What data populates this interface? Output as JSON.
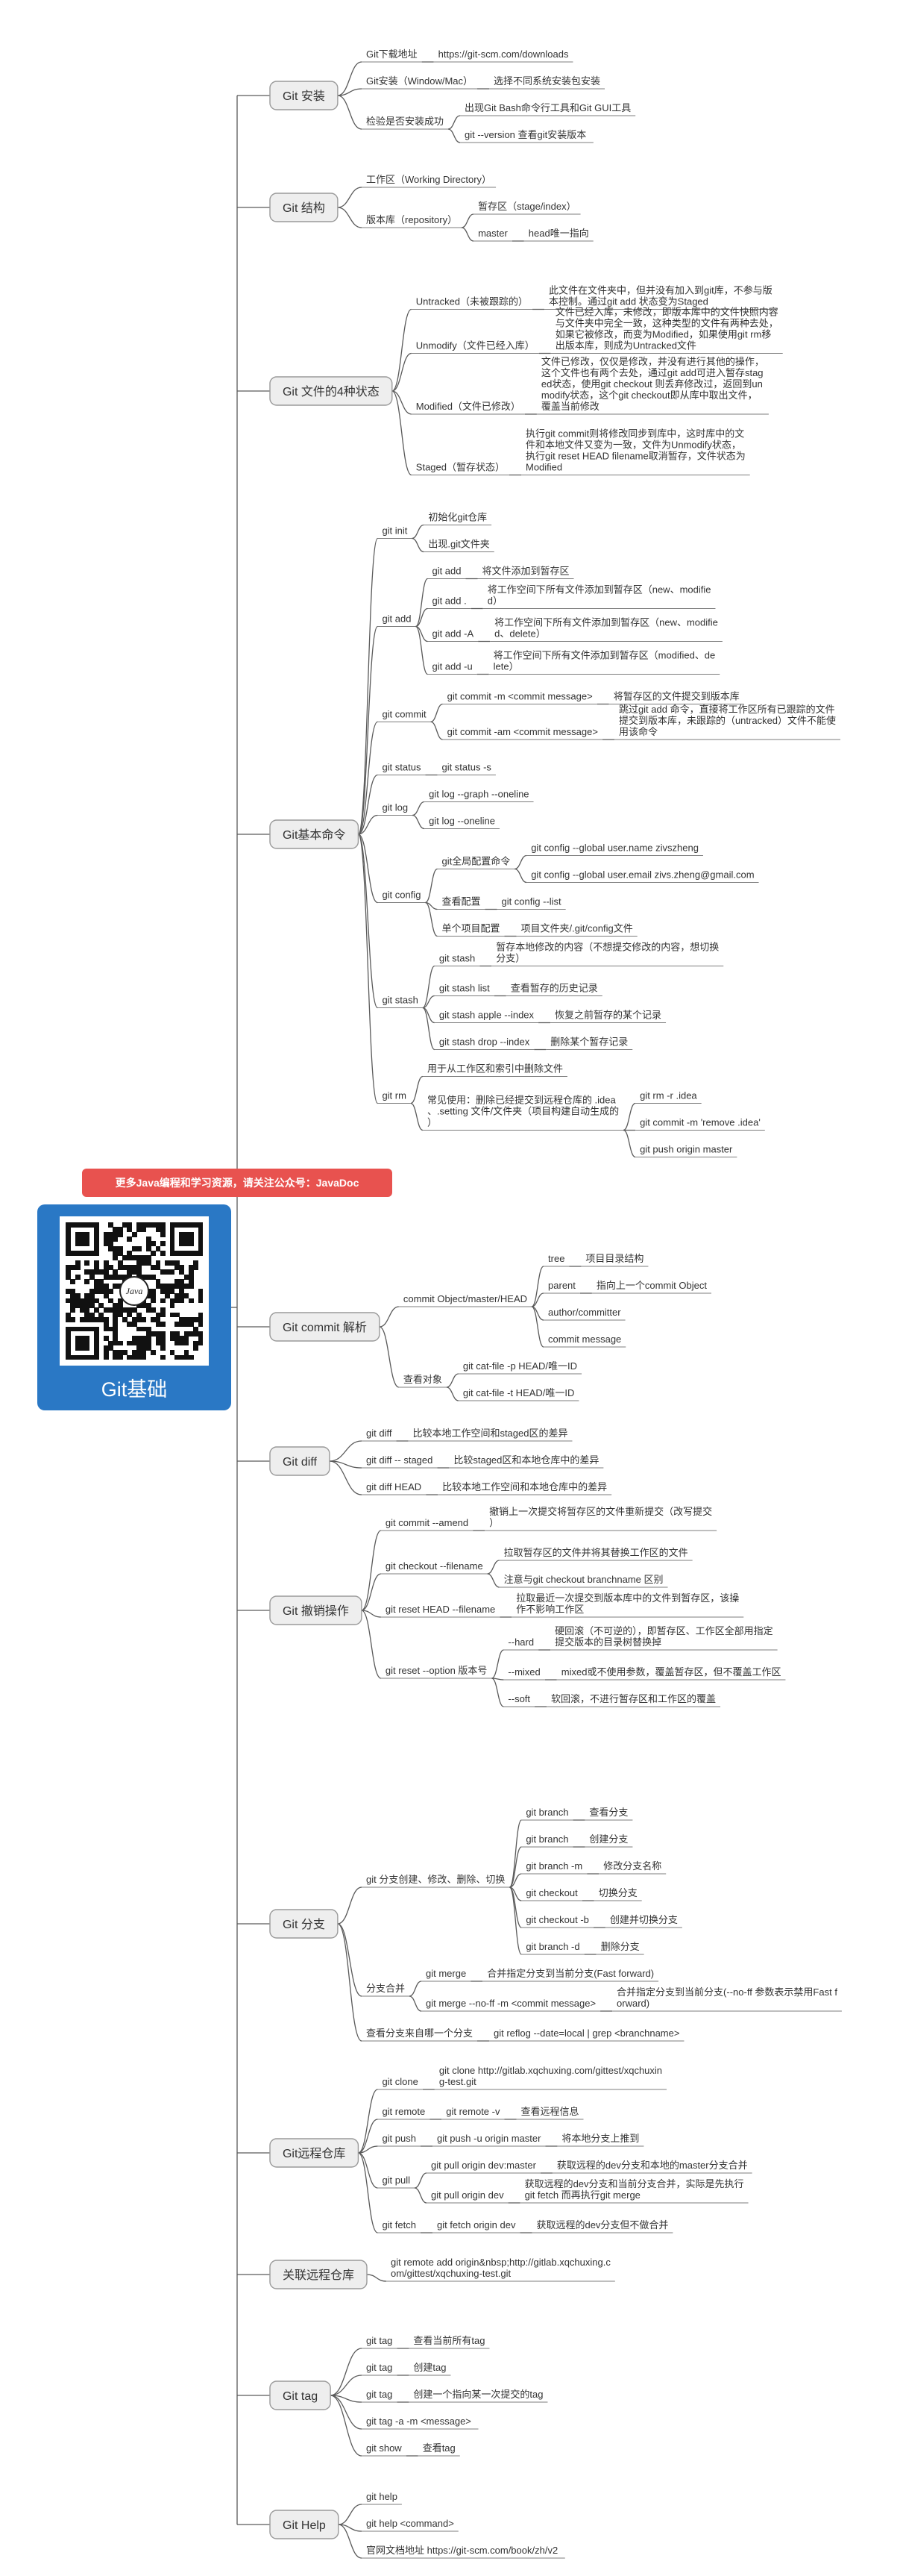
{
  "root": {
    "title": "Git基础",
    "qr_center_text": "Java",
    "promo_banner": "更多Java编程和学习资源，请关注公众号：JavaDoc"
  },
  "colors": {
    "root_bg": "#2a78c5",
    "banner_bg": "#e8524f",
    "branch_bg": "#eeeeee",
    "line": "#5a5a5a"
  },
  "branches": [
    {
      "label": "Git 安装",
      "children": [
        {
          "label": "Git下载地址",
          "children": [
            {
              "label": "https://git-scm.com/downloads"
            }
          ]
        },
        {
          "label": "Git安装（Window/Mac）",
          "children": [
            {
              "label": "选择不同系统安装包安装"
            }
          ]
        },
        {
          "label": "检验是否安装成功",
          "children": [
            {
              "label": "出现Git Bash命令行工具和Git GUI工具"
            },
            {
              "label": "git --version  查看git安装版本"
            }
          ]
        }
      ]
    },
    {
      "label": "Git 结构",
      "children": [
        {
          "label": "工作区（Working Directory）"
        },
        {
          "label": "版本库（repository）",
          "children": [
            {
              "label": "暂存区（stage/index）"
            },
            {
              "label": "master",
              "children": [
                {
                  "label": "head唯一指向"
                }
              ]
            }
          ]
        }
      ]
    },
    {
      "label": "Git 文件的4种状态",
      "children": [
        {
          "label": "Untracked（未被跟踪的）",
          "children": [
            {
              "label": "此文件在文件夹中，但并没有加入到git库，不参与版本控制。通过git add 状态变为Staged"
            }
          ]
        },
        {
          "label": "Unmodify（文件已经入库）",
          "children": [
            {
              "label": "文件已经入库，未修改，即版本库中的文件快照内容与文件夹中完全一致，这种类型的文件有两种去处，如果它被修改，而变为Modified，如果使用git rm移出版本库，则成为Untracked文件"
            }
          ]
        },
        {
          "label": "Modified（文件已修改）",
          "children": [
            {
              "label": "文件已修改，仅仅是修改，并没有进行其他的操作，这个文件也有两个去处，通过git add可进入暂存staged状态，使用git checkout 则丢弃修改过，返回到unmodify状态，这个git checkout即从库中取出文件，覆盖当前修改"
            }
          ]
        },
        {
          "label": "Staged（暂存状态）",
          "children": [
            {
              "label": "执行git commit则将修改同步到库中，这时库中的文件和本地文件又变为一致，文件为Unmodify状态，执行git reset HEAD filename取消暂存，文件状态为Modified"
            }
          ]
        }
      ]
    },
    {
      "label": "Git基本命令",
      "children": [
        {
          "label": "git init",
          "children": [
            {
              "label": "初始化git仓库"
            },
            {
              "label": "出现.git文件夹"
            }
          ]
        },
        {
          "label": "git add",
          "children": [
            {
              "label": "git add",
              "children": [
                {
                  "label": "将文件添加到暂存区"
                }
              ]
            },
            {
              "label": "git add .",
              "children": [
                {
                  "label": "将工作空间下所有文件添加到暂存区（new、modified）"
                }
              ]
            },
            {
              "label": "git add -A",
              "children": [
                {
                  "label": "将工作空间下所有文件添加到暂存区（new、modified、delete）"
                }
              ]
            },
            {
              "label": "git add -u",
              "children": [
                {
                  "label": "将工作空间下所有文件添加到暂存区（modified、delete）"
                }
              ]
            }
          ]
        },
        {
          "label": "git commit",
          "children": [
            {
              "label": "git commit -m <commit message>",
              "children": [
                {
                  "label": "将暂存区的文件提交到版本库"
                }
              ]
            },
            {
              "label": "git commit -am <commit message>",
              "children": [
                {
                  "label": "跳过git add 命令，直接将工作区所有已跟踪的文件提交到版本库，未跟踪的（untracked）文件不能使用该命令"
                }
              ]
            }
          ]
        },
        {
          "label": "git status",
          "children": [
            {
              "label": "git status -s"
            }
          ]
        },
        {
          "label": "git log",
          "children": [
            {
              "label": "git log --graph --oneline"
            },
            {
              "label": "git log --oneline"
            }
          ]
        },
        {
          "label": "git config",
          "children": [
            {
              "label": "git全局配置命令",
              "children": [
                {
                  "label": "git config --global user.name zivszheng"
                },
                {
                  "label": "git config --global user.email zivs.zheng@gmail.com"
                }
              ]
            },
            {
              "label": "查看配置",
              "children": [
                {
                  "label": "git config --list"
                }
              ]
            },
            {
              "label": "单个项目配置",
              "children": [
                {
                  "label": "项目文件夹/.git/config文件"
                }
              ]
            }
          ]
        },
        {
          "label": "git stash",
          "children": [
            {
              "label": "git stash",
              "children": [
                {
                  "label": "暂存本地修改的内容（不想提交修改的内容，想切换分支）"
                }
              ]
            },
            {
              "label": "git stash list",
              "children": [
                {
                  "label": "查看暂存的历史记录"
                }
              ]
            },
            {
              "label": "git stash apple --index",
              "children": [
                {
                  "label": "恢复之前暂存的某个记录"
                }
              ]
            },
            {
              "label": "git stash drop --index",
              "children": [
                {
                  "label": "删除某个暂存记录"
                }
              ]
            }
          ]
        },
        {
          "label": "git rm",
          "children": [
            {
              "label": "用于从工作区和索引中删除文件"
            },
            {
              "label": "常见使用：删除已经提交到远程仓库的 .idea、.setting 文件/文件夹（项目构建自动生成的）",
              "children": [
                {
                  "label": "git rm -r .idea"
                },
                {
                  "label": "git commit -m 'remove .idea'"
                },
                {
                  "label": "git push origin master"
                }
              ]
            }
          ]
        }
      ]
    },
    {
      "label": "Git commit 解析",
      "children": [
        {
          "label": "commit Object/master/HEAD",
          "children": [
            {
              "label": "tree",
              "children": [
                {
                  "label": "项目目录结构"
                }
              ]
            },
            {
              "label": "parent",
              "children": [
                {
                  "label": "指向上一个commit Object"
                }
              ]
            },
            {
              "label": "author/committer"
            },
            {
              "label": "commit message"
            }
          ]
        },
        {
          "label": "查看对象",
          "children": [
            {
              "label": "git cat-file -p HEAD/唯一ID"
            },
            {
              "label": "git cat-file -t HEAD/唯一ID"
            }
          ]
        }
      ]
    },
    {
      "label": "Git diff",
      "children": [
        {
          "label": "git diff",
          "children": [
            {
              "label": "比较本地工作空间和staged区的差异"
            }
          ]
        },
        {
          "label": "git diff -- staged",
          "children": [
            {
              "label": "比较staged区和本地仓库中的差异"
            }
          ]
        },
        {
          "label": "git diff HEAD",
          "children": [
            {
              "label": "比较本地工作空间和本地仓库中的差异"
            }
          ]
        }
      ]
    },
    {
      "label": "Git 撤销操作",
      "children": [
        {
          "label": "git commit --amend",
          "children": [
            {
              "label": "撤销上一次提交将暂存区的文件重新提交（改写提交）"
            }
          ]
        },
        {
          "label": "git checkout --filename",
          "children": [
            {
              "label": "拉取暂存区的文件并将其替换工作区的文件"
            },
            {
              "label": "注意与git checkout branchname 区别"
            }
          ]
        },
        {
          "label": "git reset HEAD --filename",
          "children": [
            {
              "label": "拉取最近一次提交到版本库中的文件到暂存区，该操作不影响工作区"
            }
          ]
        },
        {
          "label": "git reset --option 版本号",
          "children": [
            {
              "label": "--hard",
              "children": [
                {
                  "label": "硬回滚（不可逆的），即暂存区、工作区全部用指定提交版本的目录树替换掉"
                }
              ]
            },
            {
              "label": "--mixed",
              "children": [
                {
                  "label": "mixed或不使用参数，覆盖暂存区，但不覆盖工作区"
                }
              ]
            },
            {
              "label": "--soft",
              "children": [
                {
                  "label": "软回滚，不进行暂存区和工作区的覆盖"
                }
              ]
            }
          ]
        }
      ]
    },
    {
      "label": "Git 分支",
      "children": [
        {
          "label": "git 分支创建、修改、删除、切换",
          "children": [
            {
              "label": "git branch",
              "children": [
                {
                  "label": "查看分支"
                }
              ]
            },
            {
              "label": "git branch",
              "children": [
                {
                  "label": "创建分支"
                }
              ]
            },
            {
              "label": "git branch -m",
              "children": [
                {
                  "label": "修改分支名称"
                }
              ]
            },
            {
              "label": "git checkout",
              "children": [
                {
                  "label": "切换分支"
                }
              ]
            },
            {
              "label": "git checkout -b",
              "children": [
                {
                  "label": "创建并切换分支"
                }
              ]
            },
            {
              "label": "git branch -d",
              "children": [
                {
                  "label": "删除分支"
                }
              ]
            }
          ]
        },
        {
          "label": "分支合并",
          "children": [
            {
              "label": "git merge",
              "children": [
                {
                  "label": "合并指定分支到当前分支(Fast forward)"
                }
              ]
            },
            {
              "label": "git merge --no-ff -m <commit message>",
              "children": [
                {
                  "label": "合并指定分支到当前分支(--no-ff 参数表示禁用Fast forward)"
                }
              ]
            }
          ]
        },
        {
          "label": "查看分支来自哪一个分支",
          "children": [
            {
              "label": "git reflog --date=local | grep <branchname>"
            }
          ]
        }
      ]
    },
    {
      "label": "Git远程仓库",
      "children": [
        {
          "label": "git clone",
          "children": [
            {
              "label": "git clone http://gitlab.xqchuxing.com/gittest/xqchuxing-test.git"
            }
          ]
        },
        {
          "label": "git remote",
          "children": [
            {
              "label": "git remote -v",
              "children": [
                {
                  "label": "查看远程信息"
                }
              ]
            }
          ]
        },
        {
          "label": "git push",
          "children": [
            {
              "label": "git push -u origin master",
              "children": [
                {
                  "label": "将本地分支上推到"
                }
              ]
            }
          ]
        },
        {
          "label": "git pull",
          "children": [
            {
              "label": "git pull origin dev:master",
              "children": [
                {
                  "label": "获取远程的dev分支和本地的master分支合并"
                }
              ]
            },
            {
              "label": "git pull origin dev",
              "children": [
                {
                  "label": "获取远程的dev分支和当前分支合并，实际是先执行git fetch 而再执行git merge"
                }
              ]
            }
          ]
        },
        {
          "label": "git fetch",
          "children": [
            {
              "label": "git fetch origin dev",
              "children": [
                {
                  "label": "获取远程的dev分支但不做合并"
                }
              ]
            }
          ]
        }
      ]
    },
    {
      "label": "关联远程仓库",
      "children": [
        {
          "label": "git remote add origin&nbsp;http://gitlab.xqchuxing.com/gittest/xqchuxing-test.git"
        }
      ]
    },
    {
      "label": "Git tag",
      "children": [
        {
          "label": "git tag",
          "children": [
            {
              "label": "查看当前所有tag"
            }
          ]
        },
        {
          "label": "git tag",
          "children": [
            {
              "label": "创建tag"
            }
          ]
        },
        {
          "label": "git tag",
          "children": [
            {
              "label": "创建一个指向某一次提交的tag"
            }
          ]
        },
        {
          "label": "git tag -a  -m <message>"
        },
        {
          "label": "git show",
          "children": [
            {
              "label": "查看tag"
            }
          ]
        }
      ]
    },
    {
      "label": "Git Help",
      "children": [
        {
          "label": "git help"
        },
        {
          "label": "git help <command>"
        },
        {
          "label": "官网文档地址  https://git-scm.com/book/zh/v2"
        }
      ]
    }
  ]
}
